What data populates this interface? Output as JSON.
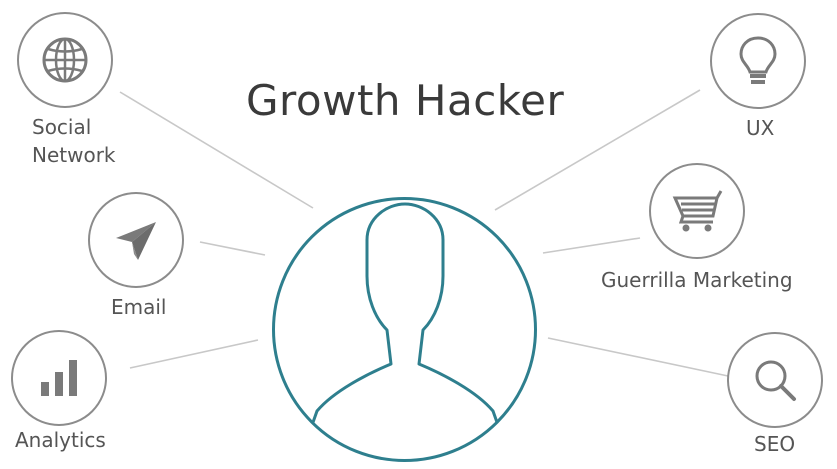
{
  "title": "Growth Hacker",
  "nodes": {
    "social_network": {
      "label_line1": "Social",
      "label_line2": "Network",
      "icon": "globe-icon"
    },
    "email": {
      "label": "Email",
      "icon": "paper-plane-icon"
    },
    "analytics": {
      "label": "Analytics",
      "icon": "bar-chart-icon"
    },
    "ux": {
      "label": "UX",
      "icon": "lightbulb-icon"
    },
    "guerrilla_marketing": {
      "label": "Guerrilla Marketing",
      "icon": "shopping-cart-icon"
    },
    "seo": {
      "label": "SEO",
      "icon": "magnifier-icon"
    }
  },
  "hub": {
    "icon": "person-silhouette-icon"
  },
  "colors": {
    "hub_ring": "#2e7f8e",
    "icon_gray": "#7a7a7a",
    "connector": "#c8c8c8"
  }
}
